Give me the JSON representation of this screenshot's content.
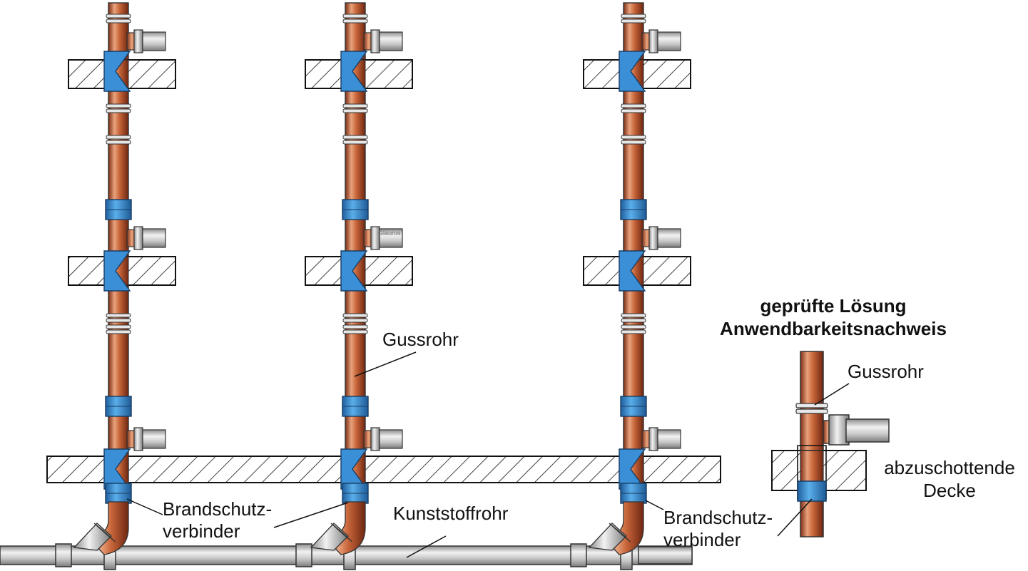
{
  "title": {
    "line1": "geprüfte Lösung",
    "line2": "Anwendbarkeitsnachweis"
  },
  "labels": {
    "gussrohr_main": "Gussrohr",
    "gussrohr_detail": "Gussrohr",
    "kunststoffrohr": "Kunststoffrohr",
    "brandschutz_left_1": "Brandschutz-",
    "brandschutz_left_2": "verbinder",
    "brandschutz_right_1": "Brandschutz-",
    "brandschutz_right_2": "verbinder",
    "decke_1": "abzuschottende",
    "decke_2": "Decke",
    "watermark": "Glaurus"
  },
  "colors": {
    "copper": "#c8663a",
    "collar_blue": "#3a8fd6",
    "grey_pipe": "#c4c4c4",
    "hatch": "#111111"
  }
}
